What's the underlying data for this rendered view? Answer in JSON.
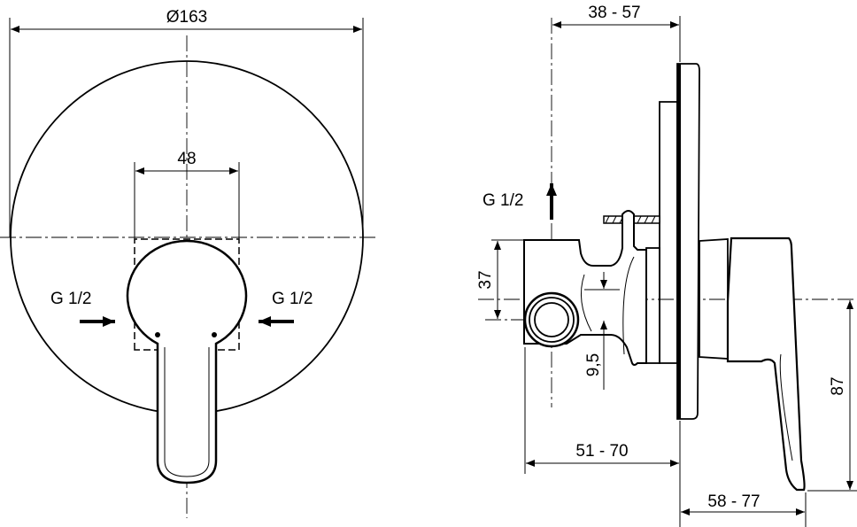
{
  "front_view": {
    "diameter_label": "Ø163",
    "handle_width_label": "48",
    "inlet_left_label": "G 1/2",
    "inlet_right_label": "G 1/2"
  },
  "side_view": {
    "outlet_label": "G 1/2",
    "depth_top_label": "38 - 57",
    "height_37_label": "37",
    "offset_label": "9,5",
    "depth_mid_label": "51 - 70",
    "depth_bottom_label": "58 - 77",
    "height_87_label": "87"
  }
}
